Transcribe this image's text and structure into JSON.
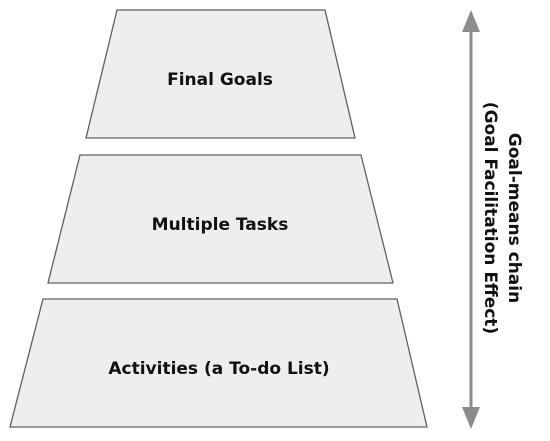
{
  "pyramid": {
    "tiers": [
      {
        "label": "Final Goals"
      },
      {
        "label": "Multiple Tasks"
      },
      {
        "label": "Activities (a To-do List)"
      }
    ]
  },
  "axis": {
    "label_line1": "Goal-means chain",
    "label_line2": "(Goal Facilitation Effect)"
  },
  "colors": {
    "tier_fill": "#eeeeee",
    "tier_stroke": "#606060",
    "arrow": "#8c8c8c",
    "text": "#111111"
  }
}
